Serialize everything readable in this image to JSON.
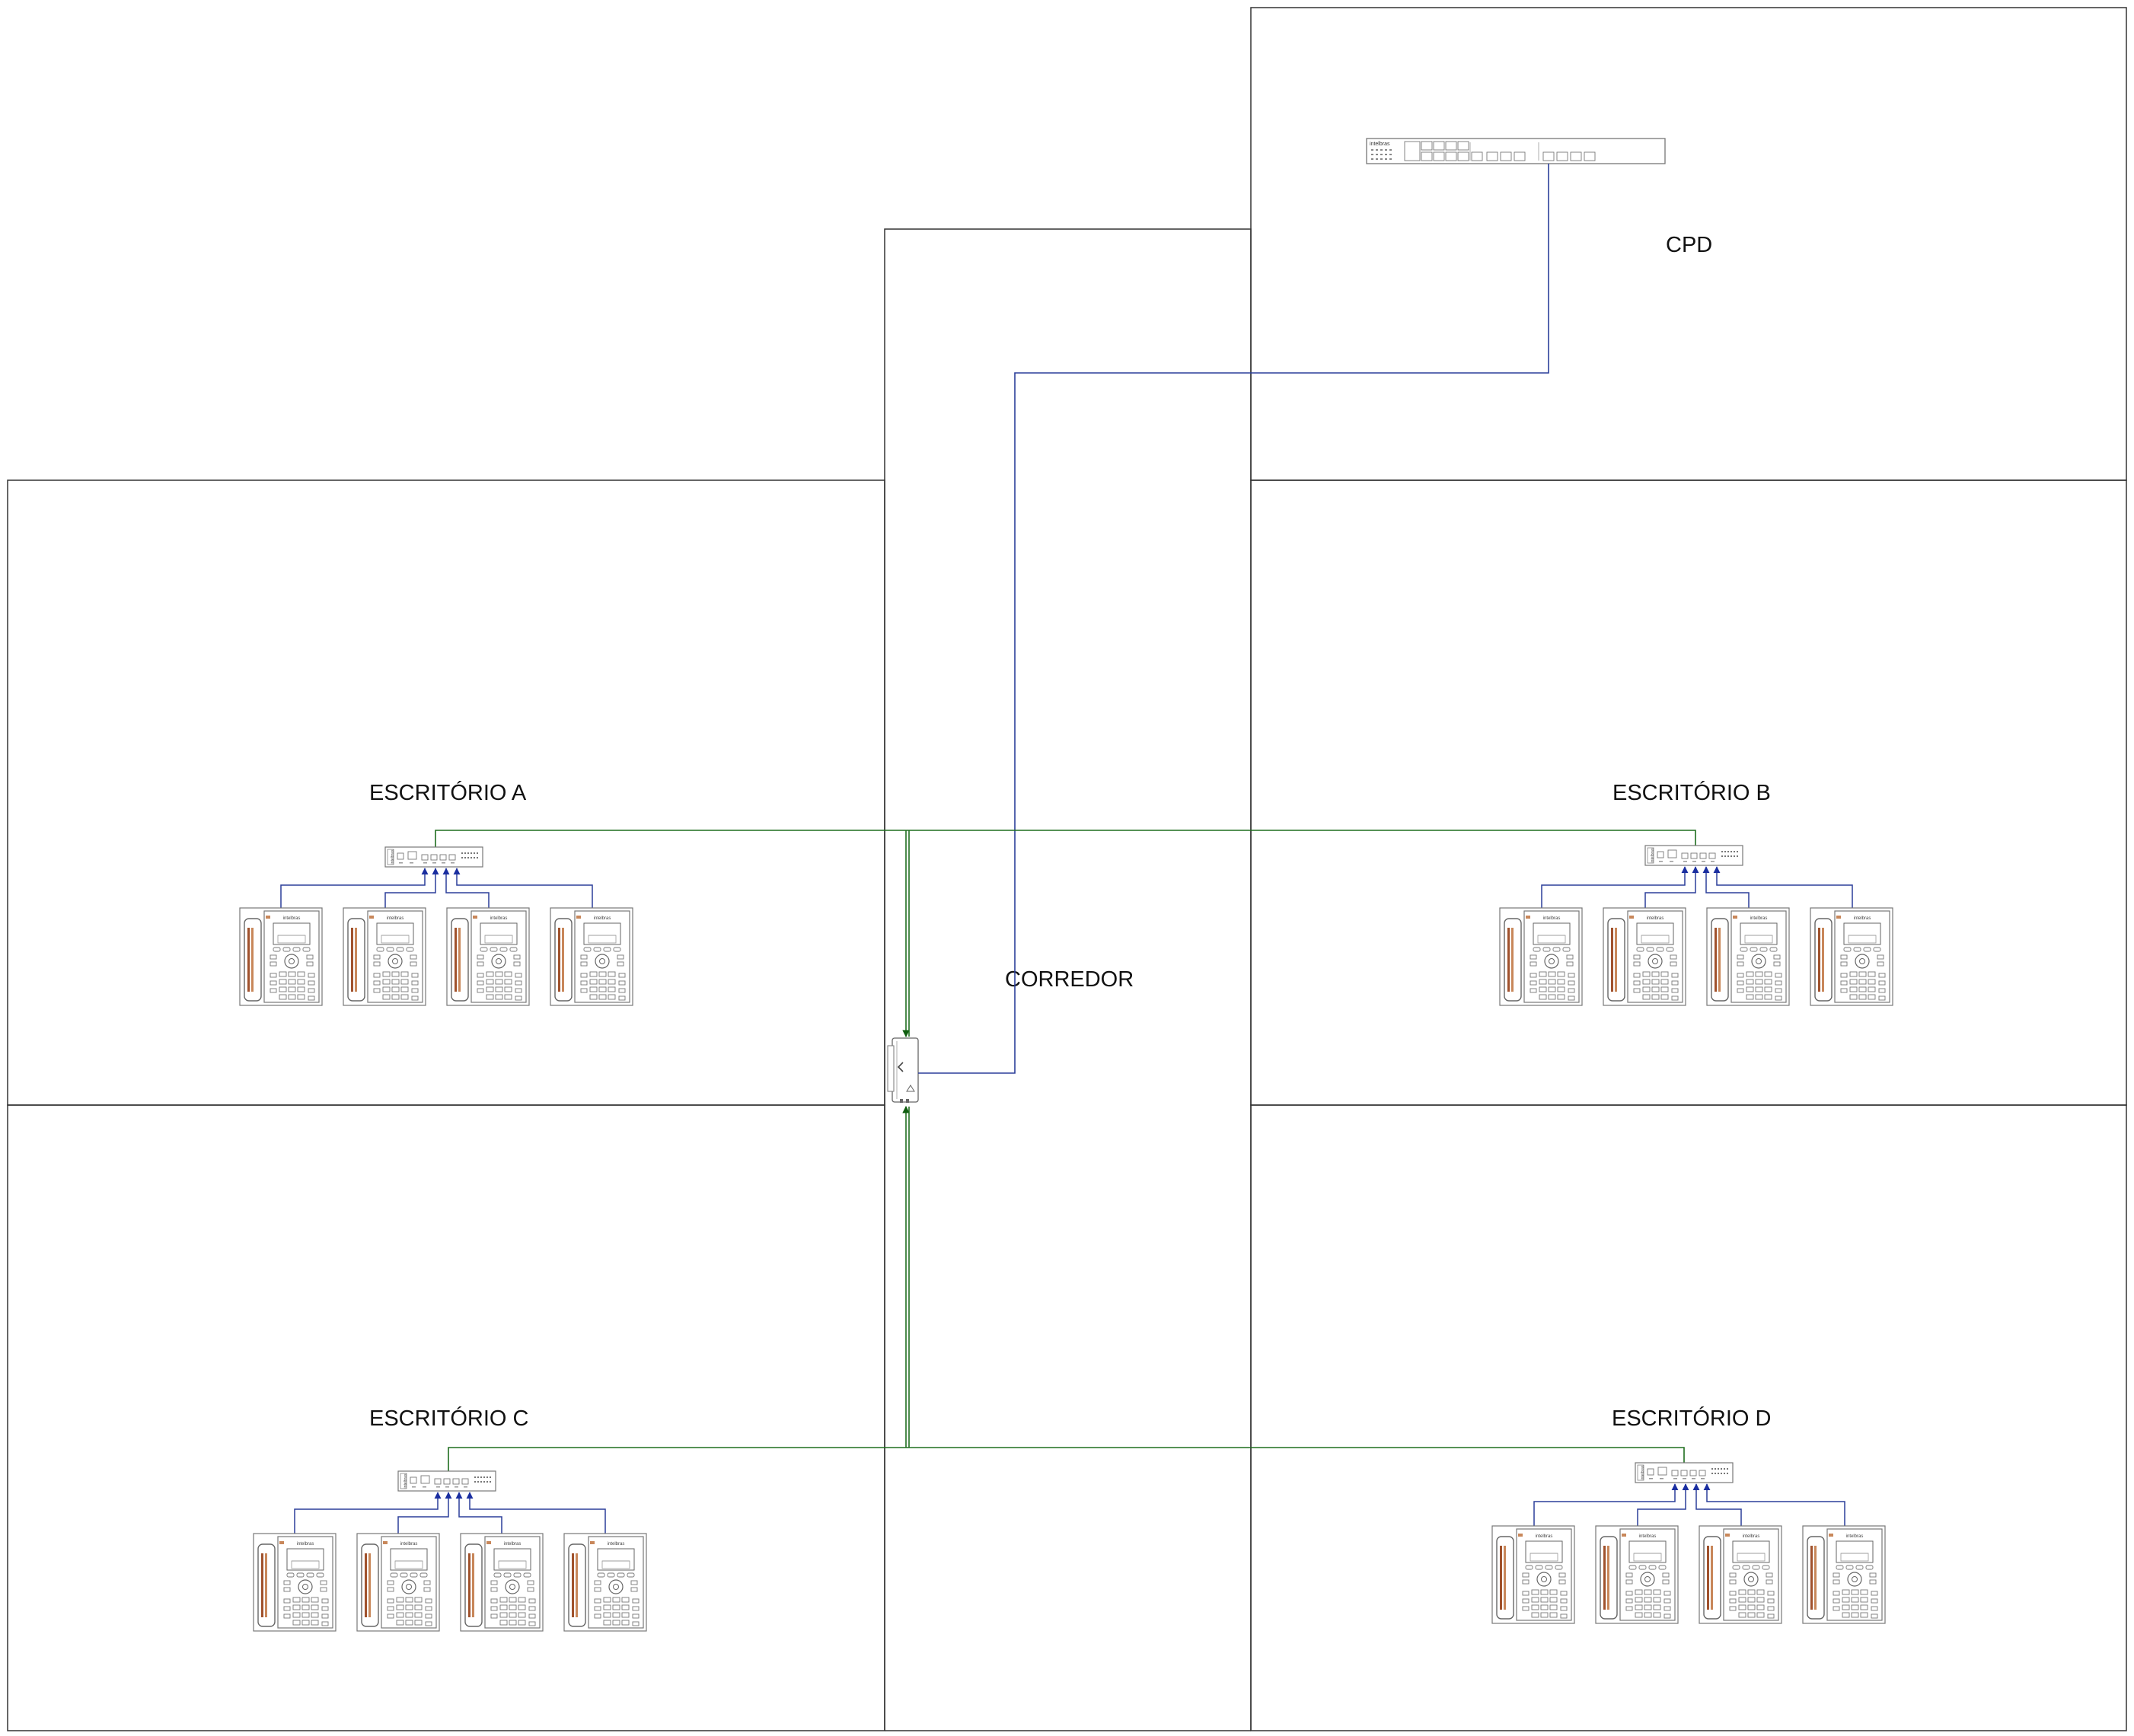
{
  "rooms": {
    "cpd": "CPD",
    "corridor": "CORREDOR",
    "office_a": "ESCRITÓRIO A",
    "office_b": "ESCRITÓRIO B",
    "office_c": "ESCRITÓRIO C",
    "office_d": "ESCRITÓRIO D"
  },
  "devices": {
    "brand": "intelbras",
    "phones_per_office": 4
  },
  "colors": {
    "wall": "#333333",
    "uplink_cable": "#1f6e1f",
    "phone_cable": "#2b3f9a",
    "device_stroke": "#666666",
    "phone_accent": "#a0522d"
  }
}
